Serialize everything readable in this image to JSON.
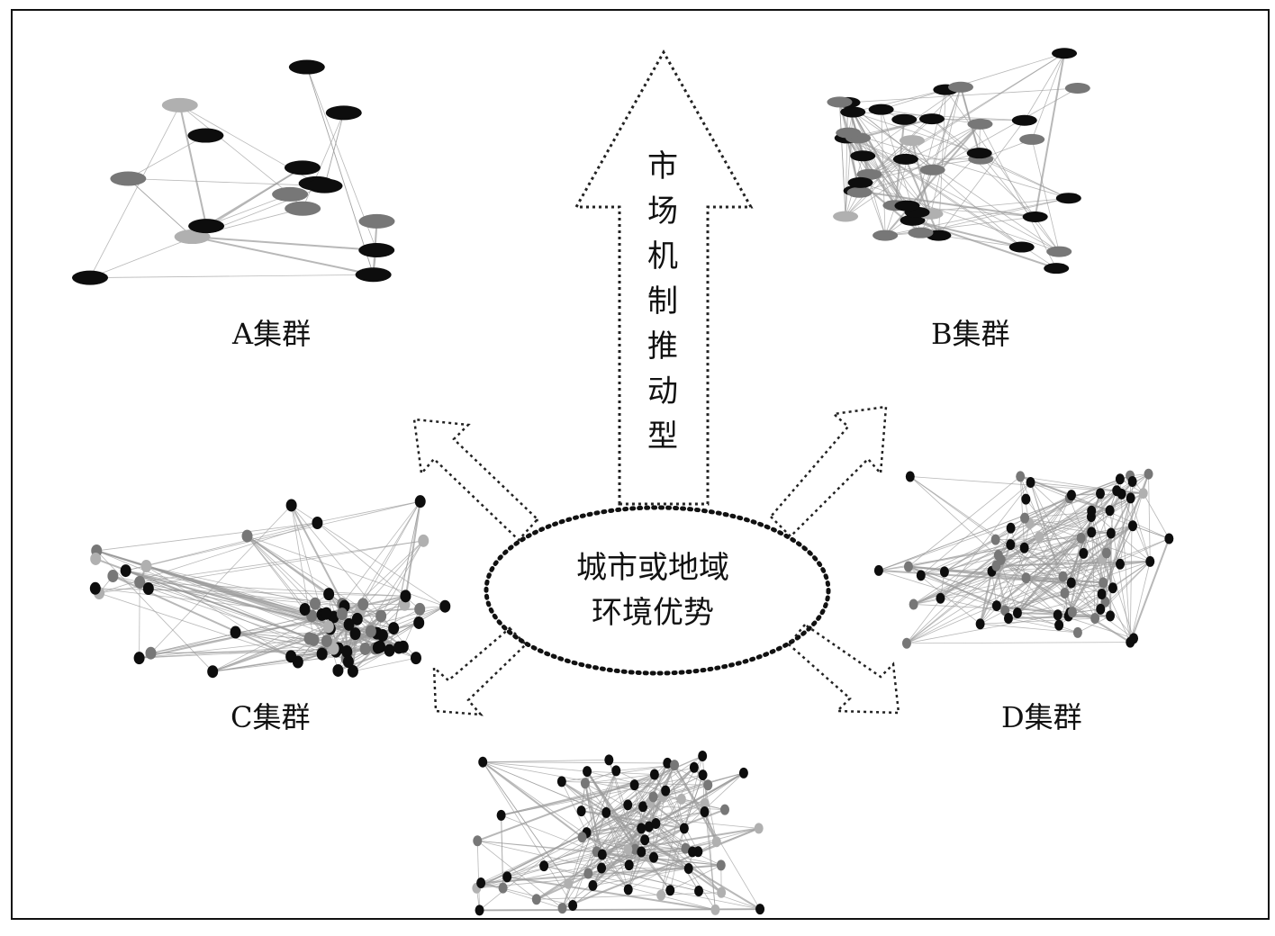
{
  "main_arrow": {
    "label": "市场机制推动型"
  },
  "center": {
    "line1": "城市或地域",
    "line2": "环境优势"
  },
  "clusters": {
    "a": {
      "label": "A集群"
    },
    "b": {
      "label": "B集群"
    },
    "c": {
      "label": "C集群"
    },
    "d": {
      "label": "D集群"
    },
    "e": {
      "label": ""
    }
  },
  "colors": {
    "node_dark": "#0d0d0d",
    "node_mid": "#777777",
    "node_light": "#b0b0b0",
    "edge": "#9a9a9a",
    "border": "#111111"
  }
}
